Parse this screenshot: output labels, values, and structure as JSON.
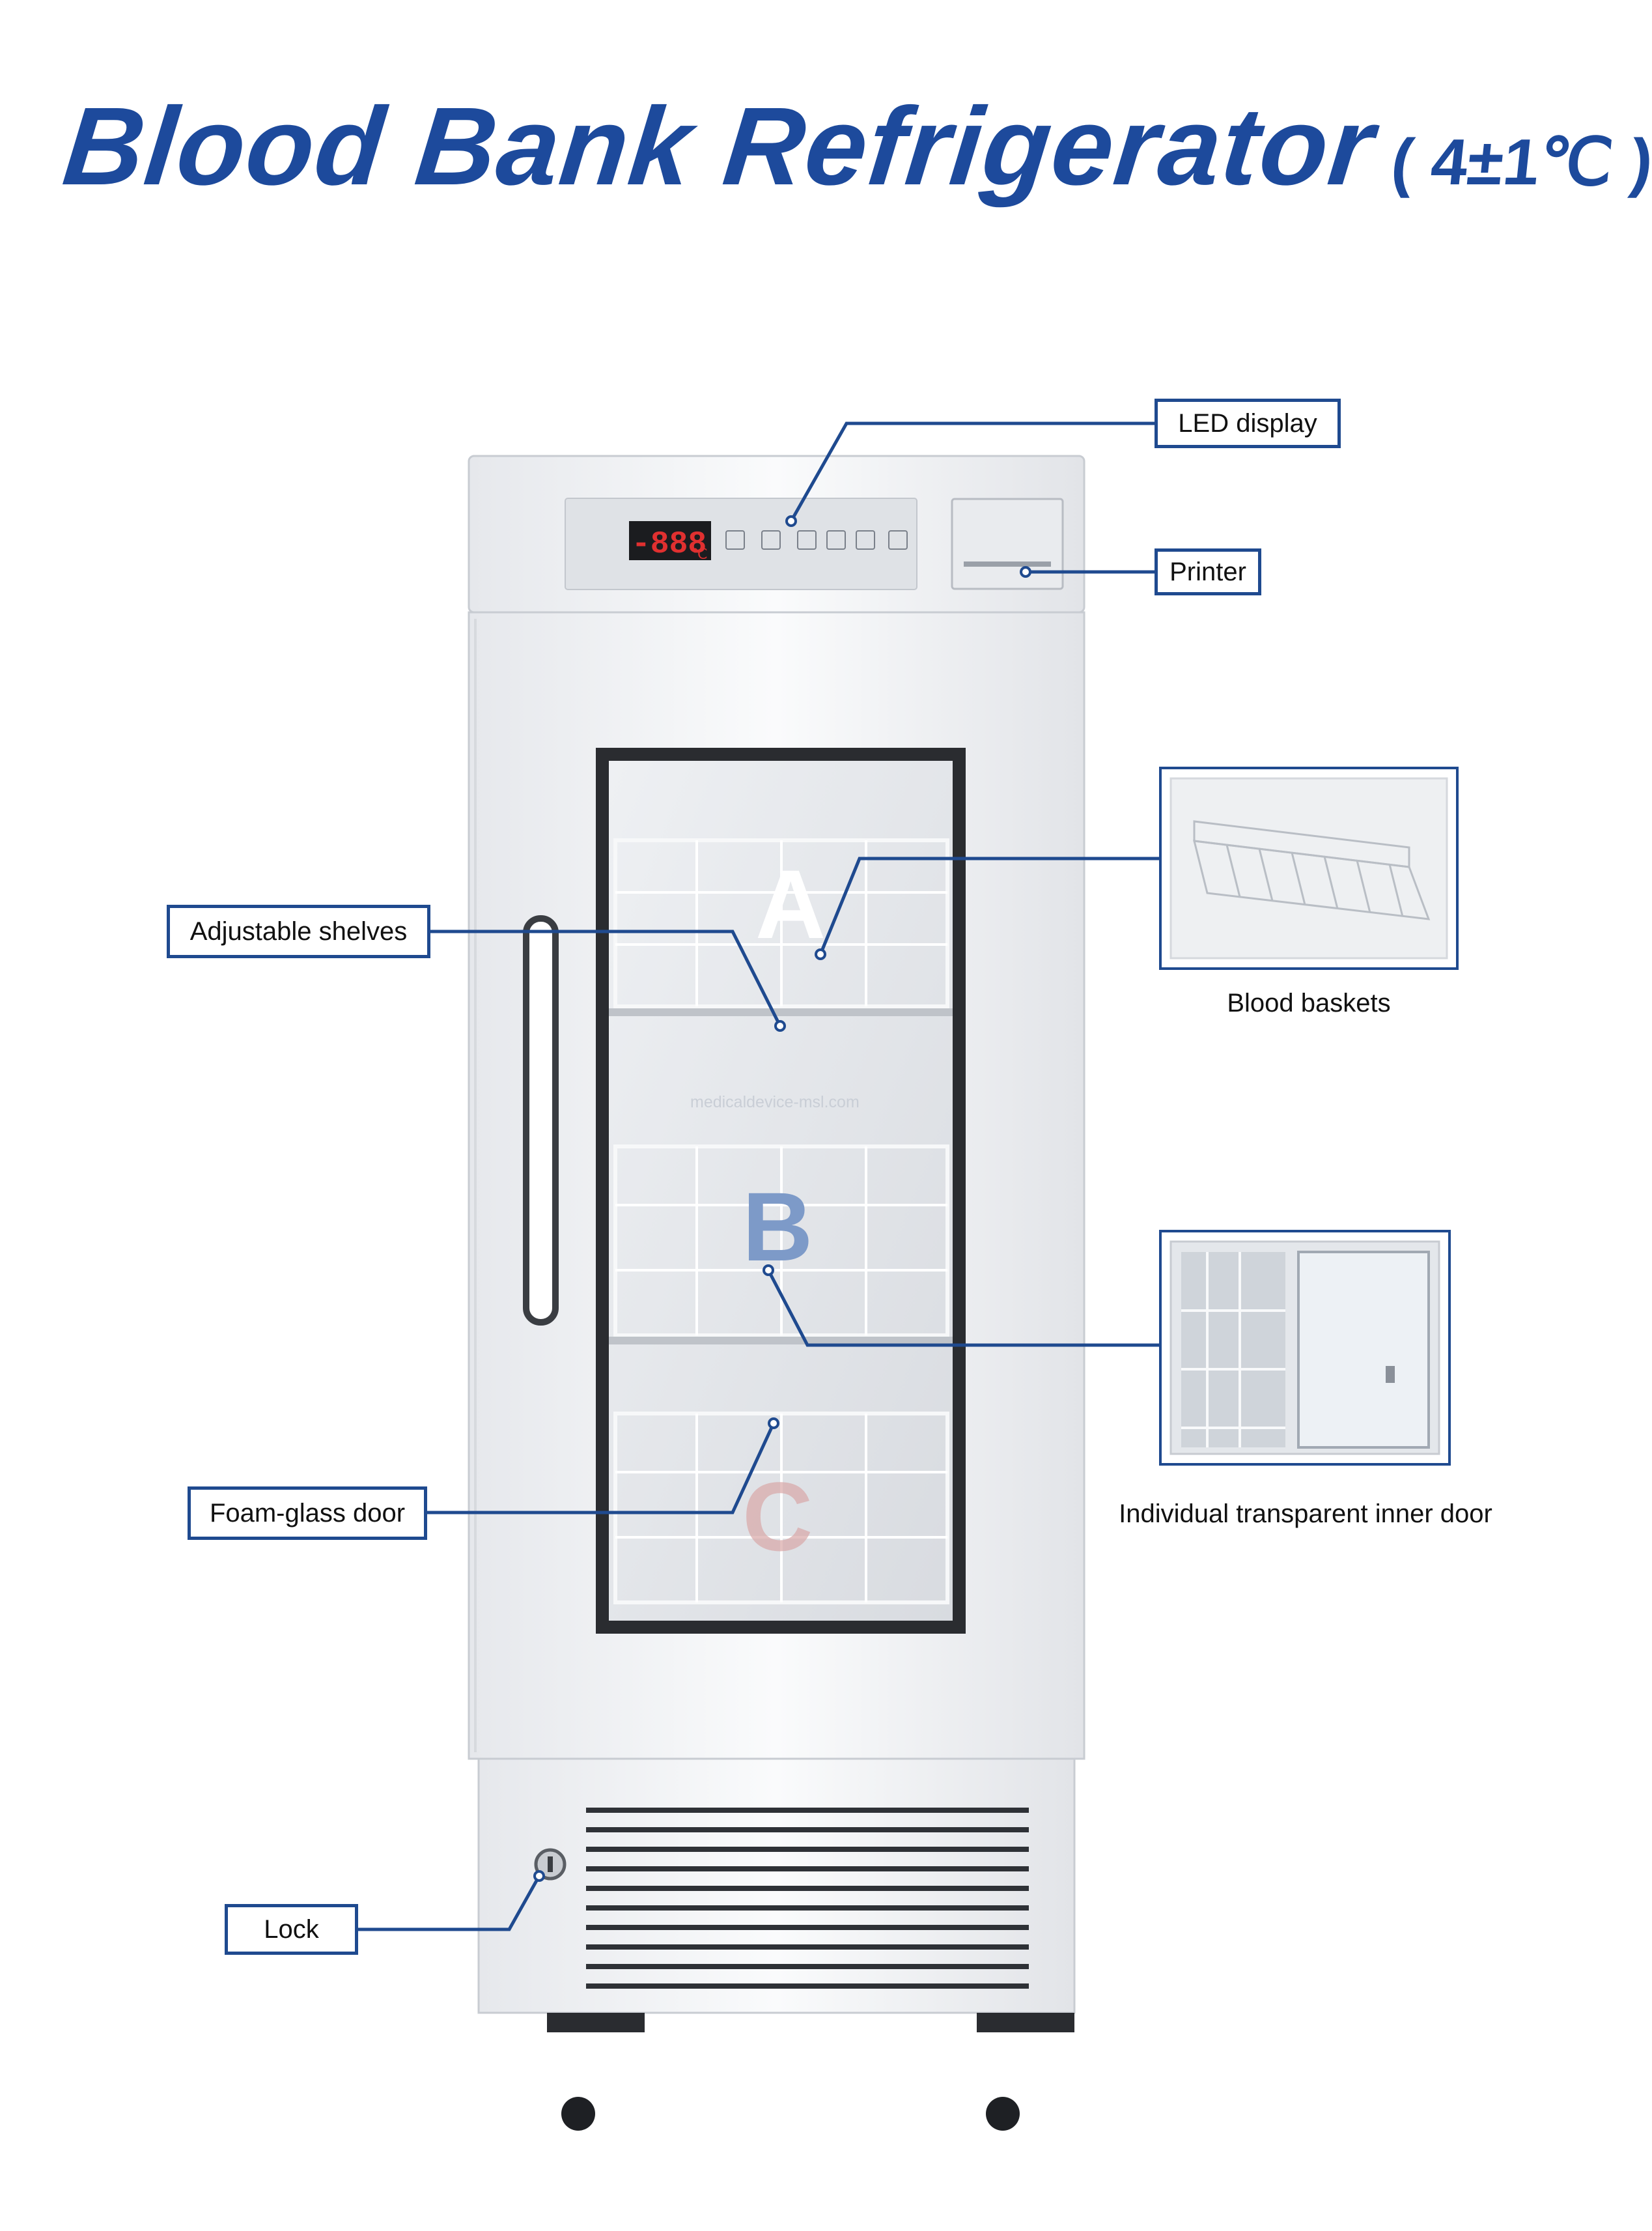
{
  "title": {
    "main": "Blood Bank Refrigerator",
    "spec": "( 4±1℃ )"
  },
  "display": {
    "digits": "-888",
    "unit": "℃"
  },
  "watermark": "medicaldevice-msl.com",
  "callouts": {
    "led_display": "LED display",
    "printer": "Printer",
    "adjustable_shelves": "Adjustable shelves",
    "foam_glass_door": "Foam-glass door",
    "lock": "Lock"
  },
  "insets": {
    "blood_baskets": "Blood baskets",
    "inner_door": "Individual transparent inner door"
  },
  "shelf_letters": [
    "A",
    "B",
    "C"
  ],
  "colors": {
    "brand_blue": "#1d4a9c",
    "line_blue": "#1f4a8f",
    "cabinet": "#f3f4f6",
    "display_red": "#e03030"
  }
}
